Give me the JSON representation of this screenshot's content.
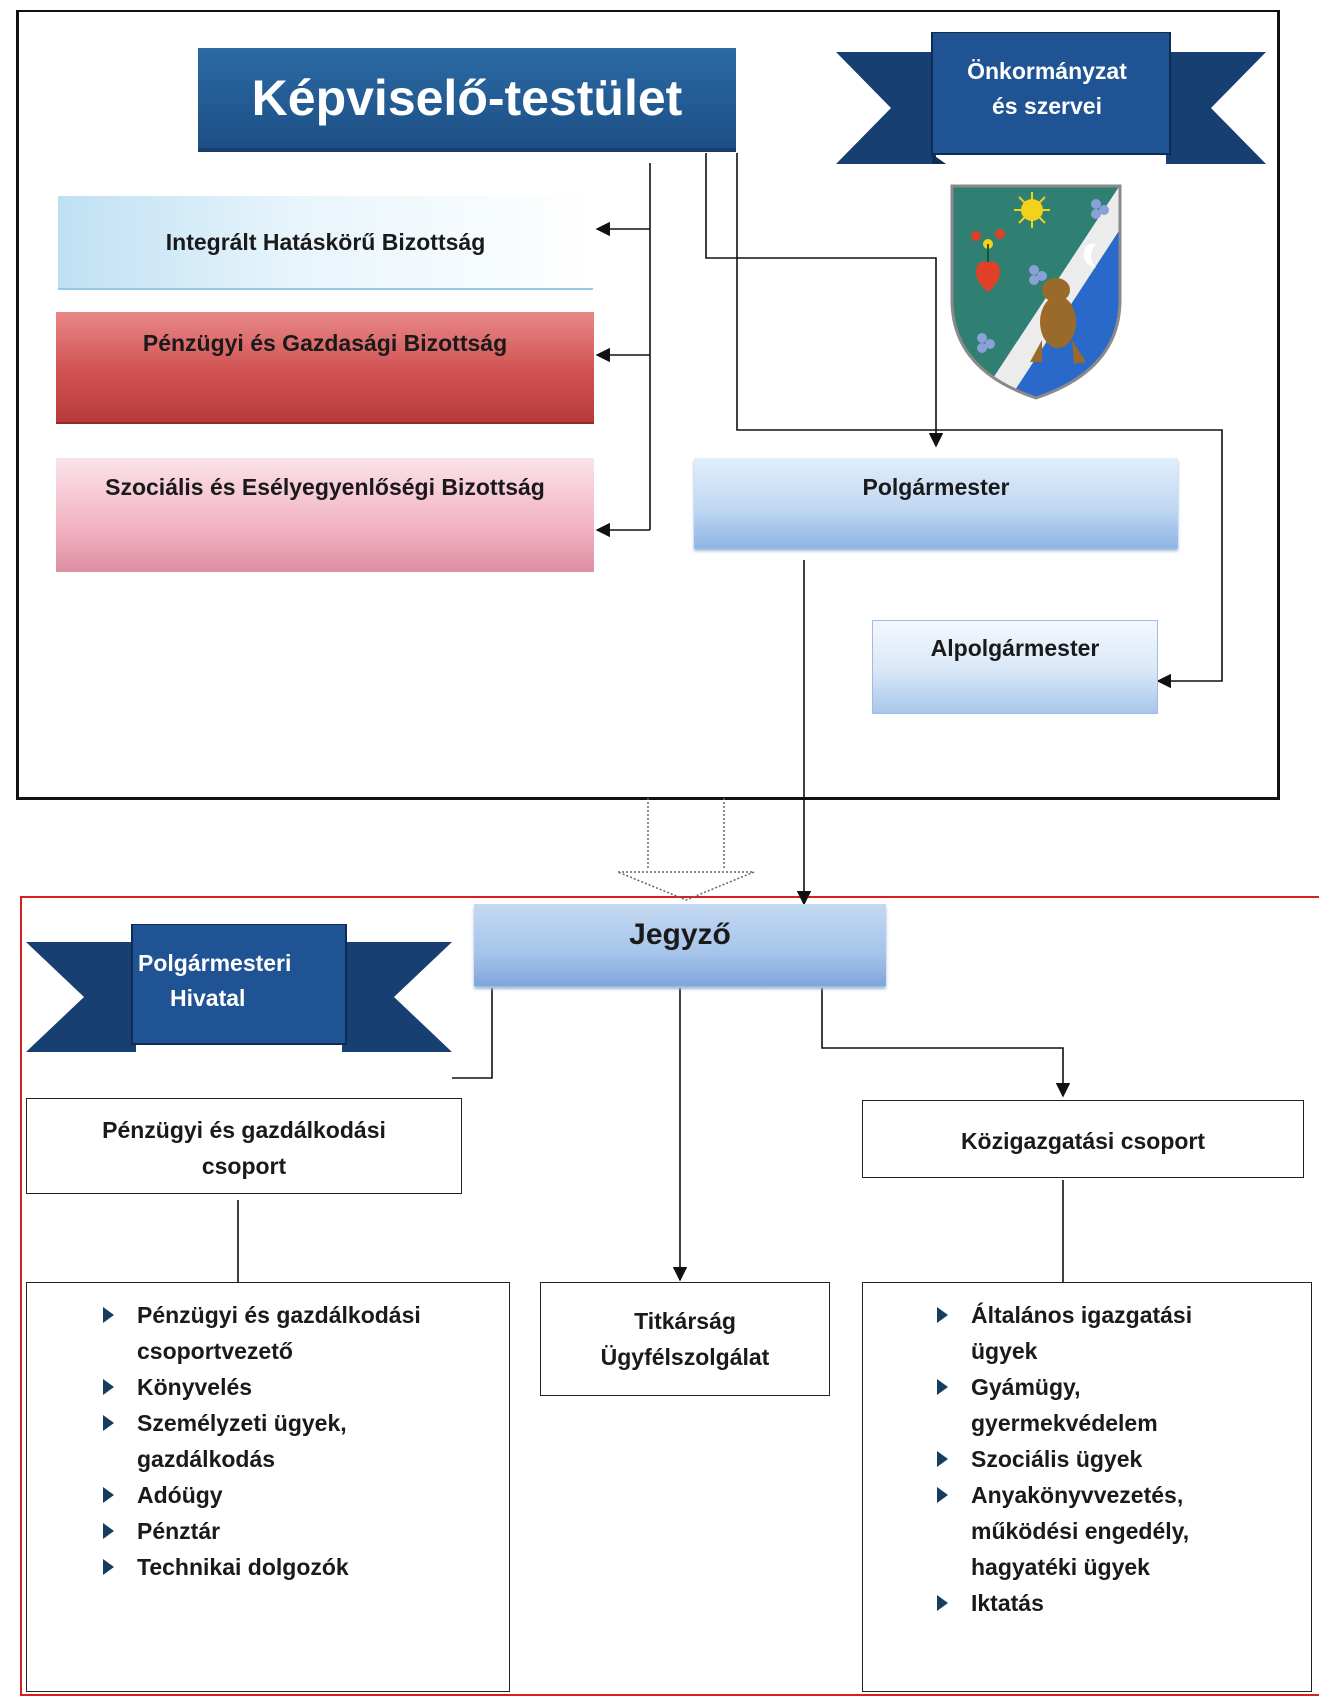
{
  "council": {
    "title": "Képviselő-testület"
  },
  "ribbon_top": {
    "line1": "Önkormányzat",
    "line2": "és szervei"
  },
  "committees": [
    {
      "label": "Integrált Hatáskörű Bizottság"
    },
    {
      "label": "Pénzügyi és Gazdasági Bizottság"
    },
    {
      "label": "Szociális és Esélyegyenlőségi Bizottság"
    }
  ],
  "mayor": {
    "label": "Polgármester"
  },
  "deputy_mayor": {
    "label": "Alpolgármester"
  },
  "notary": {
    "label": "Jegyző"
  },
  "ribbon_bottom": {
    "line1": "Polgármesteri",
    "line2": "Hivatal"
  },
  "finance_group": {
    "label_line1": "Pénzügyi és gazdálkodási",
    "label_line2": "csoport",
    "items": [
      {
        "line1": "Pénzügyi és gazdálkodási",
        "line2": "csoportvezető"
      },
      {
        "line1": "Könyvelés"
      },
      {
        "line1": "Személyzeti ügyek,",
        "line2": "gazdálkodás"
      },
      {
        "line1": "Adóügy"
      },
      {
        "line1": "Pénztár"
      },
      {
        "line1": "Technikai dolgozók"
      }
    ]
  },
  "secretariat": {
    "line1": "Titkárság",
    "line2": "Ügyfélszolgálat"
  },
  "admin_group": {
    "label": "Közigazgatási csoport",
    "items": [
      {
        "line1": "Általános igazgatási",
        "line2": "ügyek"
      },
      {
        "line1": "Gyámügy,",
        "line2": "gyermekvédelem"
      },
      {
        "line1": "Szociális ügyek"
      },
      {
        "line1": "Anyakönyvvezetés,",
        "line2": "működési engedély,",
        "line3": "hagyatéki ügyek"
      },
      {
        "line1": "Iktatás"
      }
    ]
  },
  "colors": {
    "dark_blue": "#1c4f85",
    "ribbon_navy": "#173f72",
    "committee_light": "#d6ecf8",
    "committee_red": "#c94646",
    "committee_pink": "#f0b8c6",
    "office_frame_red": "#d42020"
  }
}
